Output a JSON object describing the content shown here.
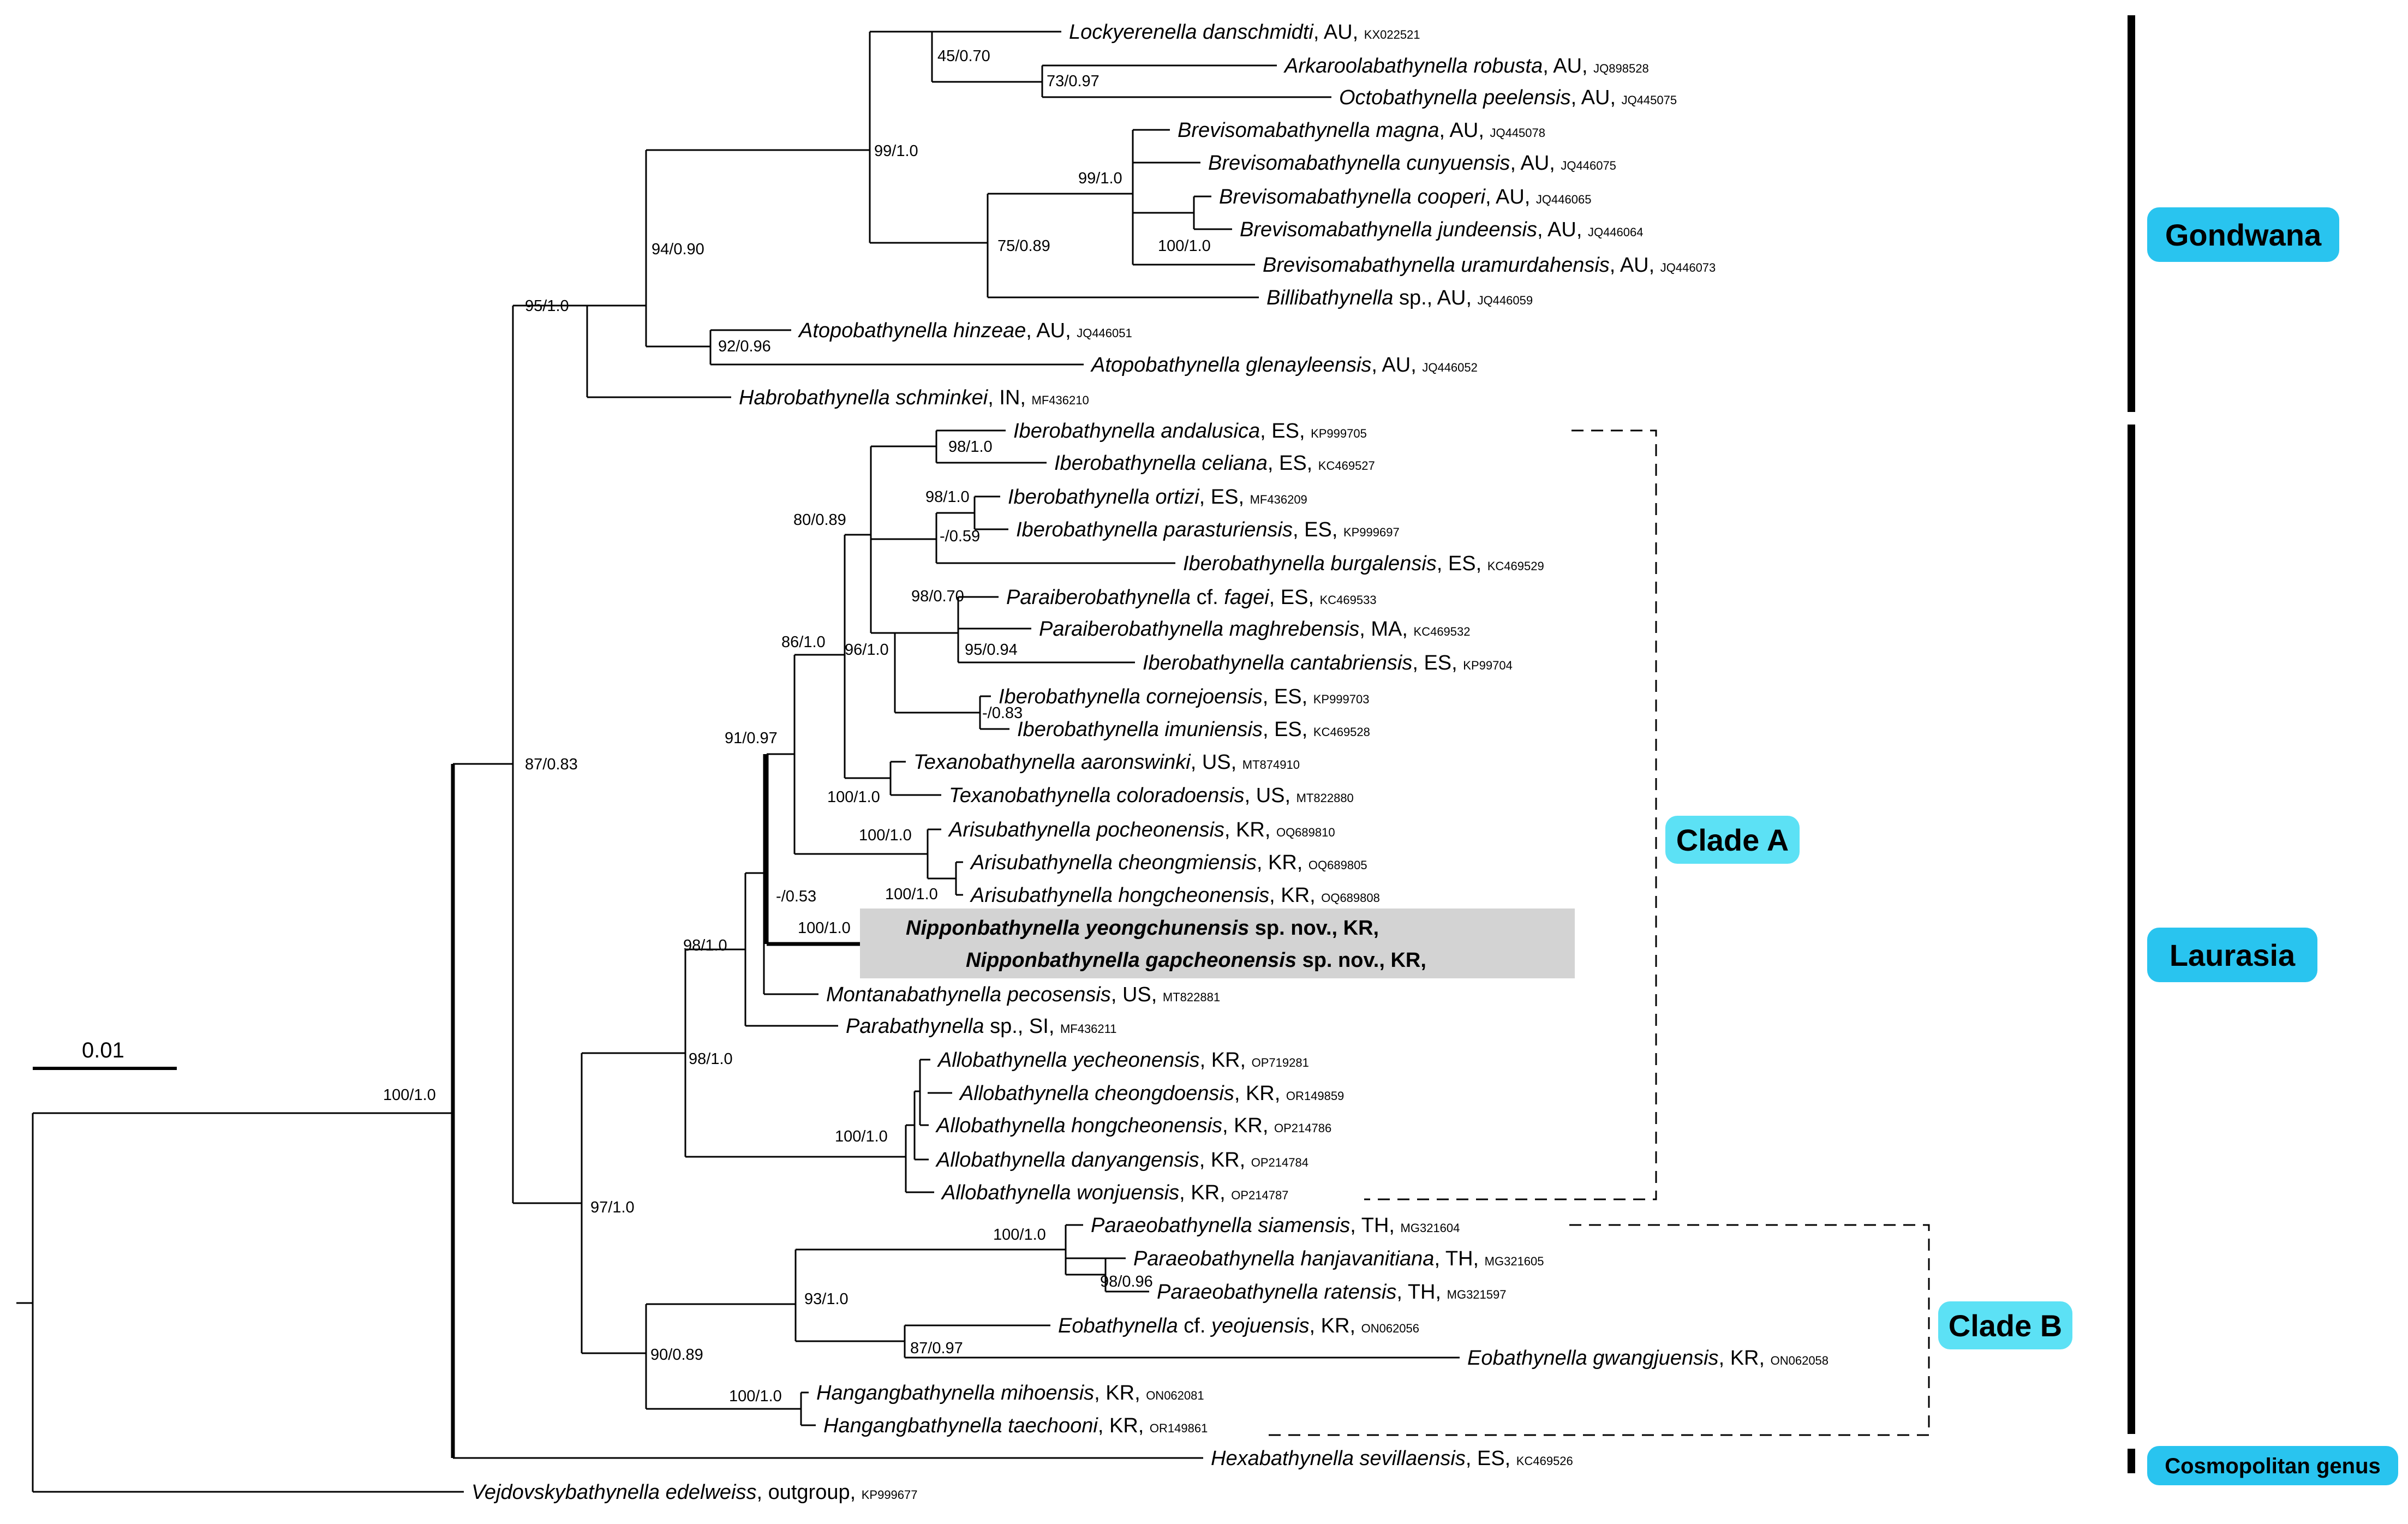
{
  "scale_bar": {
    "label": "0.01"
  },
  "colors": {
    "line": "#000000",
    "highlight": "#d3d3d3",
    "label_box": "#29c4ef",
    "clade_box": "#5ce1f5"
  },
  "taxa": {
    "lockyerenella": {
      "genus": "Lockyerenella",
      "epithet": "danschmidti",
      "region": "AU",
      "accession": "KX022521"
    },
    "arkaroola": {
      "genus": "Arkaroolabathynella",
      "epithet": "robusta",
      "region": "AU",
      "accession": "JQ898528"
    },
    "octo": {
      "genus": "Octobathynella",
      "epithet": "peelensis",
      "region": "AU",
      "accession": "JQ445075"
    },
    "brev_magna": {
      "genus": "Brevisomabathynella",
      "epithet": "magna",
      "region": "AU",
      "accession": "JQ445078"
    },
    "brev_cuny": {
      "genus": "Brevisomabathynella",
      "epithet": "cunyuensis",
      "region": "AU",
      "accession": "JQ446075"
    },
    "brev_coop": {
      "genus": "Brevisomabathynella",
      "epithet": "cooperi",
      "region": "AU",
      "accession": "JQ446065"
    },
    "brev_jund": {
      "genus": "Brevisomabathynella",
      "epithet": "jundeensis",
      "region": "AU",
      "accession": "JQ446064"
    },
    "brev_ura": {
      "genus": "Brevisomabathynella",
      "epithet": "uramurdahensis",
      "region": "AU",
      "accession": "JQ446073"
    },
    "billi": {
      "genus": "Billibathynella",
      "epithet": "",
      "extra": "sp.",
      "region": "AU",
      "accession": "JQ446059"
    },
    "atopo_h": {
      "genus": "Atopobathynella",
      "epithet": "hinzeae",
      "region": "AU",
      "accession": "JQ446051"
    },
    "atopo_g": {
      "genus": "Atopobathynella",
      "epithet": "glenayleensis",
      "region": "AU",
      "accession": "JQ446052"
    },
    "habro": {
      "genus": "Habrobathynella",
      "epithet": "schminkei",
      "region": "IN",
      "accession": "MF436210"
    },
    "ibero_and": {
      "genus": "Iberobathynella",
      "epithet": "andalusica",
      "region": "ES",
      "accession": "KP999705"
    },
    "ibero_cel": {
      "genus": "Iberobathynella",
      "epithet": "celiana",
      "region": "ES",
      "accession": "KC469527"
    },
    "ibero_ort": {
      "genus": "Iberobathynella",
      "epithet": "ortizi",
      "region": "ES",
      "accession": "MF436209"
    },
    "ibero_par": {
      "genus": "Iberobathynella",
      "epithet": "parasturiensis",
      "region": "ES",
      "accession": "KP999697"
    },
    "ibero_bur": {
      "genus": "Iberobathynella",
      "epithet": "burgalensis",
      "region": "ES",
      "accession": "KC469529"
    },
    "parai_fag": {
      "genus": "Paraiberobathynella",
      "epithet": "fagei",
      "infix": "cf.",
      "region": "ES",
      "accession": "KC469533"
    },
    "parai_mag": {
      "genus": "Paraiberobathynella",
      "epithet": "maghrebensis",
      "region": "MA",
      "accession": "KC469532"
    },
    "ibero_can": {
      "genus": "Iberobathynella",
      "epithet": "cantabriensis",
      "region": "ES",
      "accession": "KP99704"
    },
    "ibero_cor": {
      "genus": "Iberobathynella",
      "epithet": "cornejoensis",
      "region": "ES",
      "accession": "KP999703"
    },
    "ibero_imu": {
      "genus": "Iberobathynella",
      "epithet": "imuniensis",
      "region": "ES",
      "accession": "KC469528"
    },
    "texa_aar": {
      "genus": "Texanobathynella",
      "epithet": "aaronswinki",
      "region": "US",
      "accession": "MT874910"
    },
    "texa_col": {
      "genus": "Texanobathynella",
      "epithet": "coloradoensis",
      "region": "US",
      "accession": "MT822880"
    },
    "ari_poc": {
      "genus": "Arisubathynella",
      "epithet": "pocheonensis",
      "region": "KR",
      "accession": "OQ689810"
    },
    "ari_che": {
      "genus": "Arisubathynella",
      "epithet": "cheongmiensis",
      "region": "KR",
      "accession": "OQ689805"
    },
    "ari_hon": {
      "genus": "Arisubathynella",
      "epithet": "hongcheonensis",
      "region": "KR",
      "accession": "OQ689808"
    },
    "nip_yeo": {
      "genus": "Nipponbathynella",
      "epithet": "yeongchunensis",
      "extra": "sp. nov.",
      "region": "KR"
    },
    "nip_gap": {
      "genus": "Nipponbathynella",
      "epithet": "gapcheonensis",
      "extra": "sp. nov.",
      "region": "KR"
    },
    "montana": {
      "genus": "Montanabathynella",
      "epithet": "pecosensis",
      "region": "US",
      "accession": "MT822881"
    },
    "parabath": {
      "genus": "Parabathynella",
      "epithet": "",
      "extra": "sp.",
      "region": "SI",
      "accession": "MF436211"
    },
    "allo_yec": {
      "genus": "Allobathynella",
      "epithet": "yecheonensis",
      "region": "KR",
      "accession": "OP719281"
    },
    "allo_che": {
      "genus": "Allobathynella",
      "epithet": "cheongdoensis",
      "region": "KR",
      "accession": "OR149859"
    },
    "allo_hon": {
      "genus": "Allobathynella",
      "epithet": "hongcheonensis",
      "region": "KR",
      "accession": "OP214786"
    },
    "allo_dan": {
      "genus": "Allobathynella",
      "epithet": "danyangensis",
      "region": "KR",
      "accession": "OP214784"
    },
    "allo_won": {
      "genus": "Allobathynella",
      "epithet": "wonjuensis",
      "region": "KR",
      "accession": "OP214787"
    },
    "paraeo_sia": {
      "genus": "Paraeobathynella",
      "epithet": "siamensis",
      "region": "TH",
      "accession": "MG321604"
    },
    "paraeo_han": {
      "genus": "Paraeobathynella",
      "epithet": "hanjavanitiana",
      "region": "TH",
      "accession": "MG321605"
    },
    "paraeo_rat": {
      "genus": "Paraeobathynella",
      "epithet": "ratensis",
      "region": "TH",
      "accession": "MG321597"
    },
    "eo_yeo": {
      "genus": "Eobathynella",
      "epithet": "yeojuensis",
      "infix": "cf.",
      "region": "KR",
      "accession": "ON062056"
    },
    "eo_gwa": {
      "genus": "Eobathynella",
      "epithet": "gwangjuensis",
      "region": "KR",
      "accession": "ON062058"
    },
    "hang_mih": {
      "genus": "Hangangbathynella",
      "epithet": "mihoensis",
      "region": "KR",
      "accession": "ON062081"
    },
    "hang_tae": {
      "genus": "Hangangbathynella",
      "epithet": "taechooni",
      "region": "KR",
      "accession": "OR149861"
    },
    "hexa": {
      "genus": "Hexabathynella",
      "epithet": "sevillaensis",
      "region": "ES",
      "accession": "KC469526"
    },
    "vejdo": {
      "genus": "Vejdovskybathynella",
      "epithet": "edelweiss",
      "region": "outgroup",
      "accession": "KP999677"
    }
  },
  "supports": {
    "s1": "45/0.70",
    "s2": "73/0.97",
    "s3": "99/1.0",
    "s4": "99/1.0",
    "s5": "100/1.0",
    "s6": "75/0.89",
    "s7": "94/0.90",
    "s8": "92/0.96",
    "s9": "95/1.0",
    "s10": "98/1.0",
    "s11": "98/1.0",
    "s12": "-/0.59",
    "s13": "80/0.89",
    "s14": "98/0.70",
    "s15": "95/0.94",
    "s16": "96/1.0",
    "s17": "86/1.0",
    "s18": "-/0.83",
    "s19": "91/0.97",
    "s20": "100/1.0",
    "s21": "100/1.0",
    "s22": "100/1.0",
    "s23": "-/0.53",
    "s24": "100/1.0",
    "s25": "98/1.0",
    "s26": "98/1.0",
    "s27": "100/1.0",
    "s28": "87/0.83",
    "s29": "100/1.0",
    "s30": "100/1.0",
    "s31": "98/0.96",
    "s32": "93/1.0",
    "s33": "87/0.97",
    "s34": "90/0.89",
    "s35": "100/1.0",
    "s36": "97/1.0"
  },
  "groups": {
    "gondwana": "Gondwana",
    "laurasia": "Laurasia",
    "cosmopolitan": "Cosmopolitan genus",
    "clade_a": "Clade A",
    "clade_b": "Clade B"
  }
}
